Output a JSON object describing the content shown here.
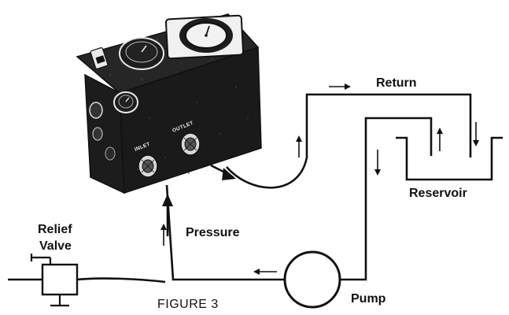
{
  "labels": {
    "return": "Return",
    "reservoir": "Reservoir",
    "pressure": "Pressure",
    "pump": "Pump",
    "relief_valve_line1": "Relief",
    "relief_valve_line2": "Valve",
    "figure": "FIGURE 3"
  },
  "device": {
    "inlet_label": "INLET",
    "outlet_label": "OUTLET"
  },
  "colors": {
    "ink": "#111111",
    "device_body": "#1a1a1a",
    "device_top": "#2b2b2b",
    "gauge_face": "#f2f2f2"
  }
}
